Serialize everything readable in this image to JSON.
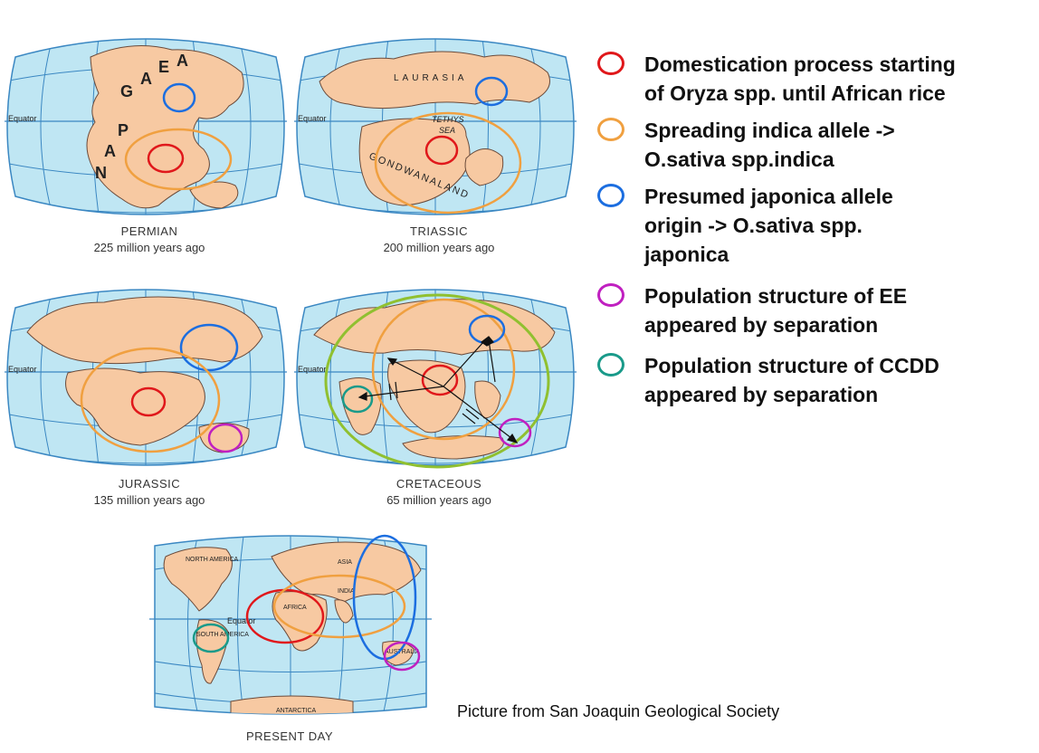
{
  "maps": [
    {
      "id": "permian",
      "era": "PERMIAN",
      "age": "225 million years ago",
      "equator": "Equator",
      "labels": [
        "P",
        "A",
        "N",
        "G",
        "A",
        "E",
        "A"
      ]
    },
    {
      "id": "triassic",
      "era": "TRIASSIC",
      "age": "200 million years ago",
      "equator": "Equator",
      "labels": [
        "LAURASIA",
        "TETHYS",
        "SEA",
        "GONDWANALAND"
      ]
    },
    {
      "id": "jurassic",
      "era": "JURASSIC",
      "age": "135 million years ago",
      "equator": "Equator"
    },
    {
      "id": "cretaceous",
      "era": "CRETACEOUS",
      "age": "65 million years ago",
      "equator": "Equator"
    },
    {
      "id": "present",
      "era": "PRESENT DAY",
      "age": "",
      "equator": "Equator",
      "labels": [
        "NORTH AMERICA",
        "ASIA",
        "AFRICA",
        "INDIA",
        "SOUTH AMERICA",
        "AUSTRALIA",
        "ANTARCTICA"
      ]
    }
  ],
  "legend": [
    {
      "color": "#e0181b",
      "text": "Domestication process starting\nof Oryza spp. until African rice"
    },
    {
      "color": "#f0a040",
      "text": "Spreading indica allele ->\nO.sativa spp.indica"
    },
    {
      "color": "#1c6ee0",
      "text": "Presumed japonica allele\norigin -> O.sativa spp.\njaponica"
    },
    {
      "color": "#c020c0",
      "text": "Population structure of EE\nappeared by separation"
    },
    {
      "color": "#1a9a8a",
      "text": "Population structure of CCDD\nappeared by separation"
    }
  ],
  "credit": "Picture from San Joaquin Geological Society",
  "colors": {
    "ocean": "#bfe6f3",
    "land": "#f7c9a2",
    "grid": "#3a87c2",
    "green_ring": "#90c030"
  }
}
